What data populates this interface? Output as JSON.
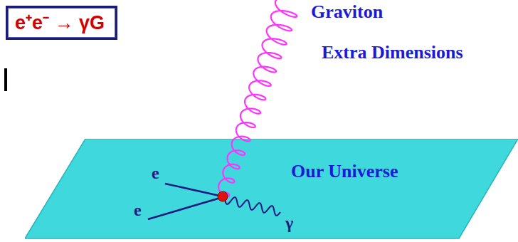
{
  "diagram": {
    "nodes": [
      {
        "text": [
          "e⁺e⁻ → γG"
        ]
      },
      {
        "text": [
          "Our Universe"
        ]
      }
    ],
    "labels": [
      "Graviton",
      "Extra Dimensions",
      "e",
      "e",
      "γ"
    ]
  }
}
